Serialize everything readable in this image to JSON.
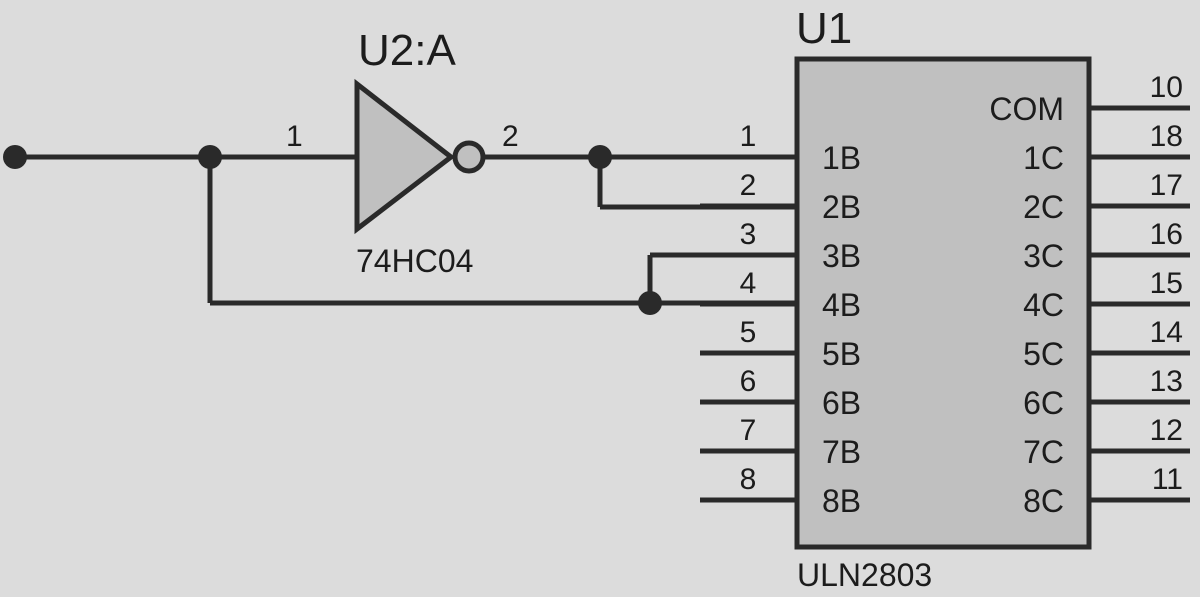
{
  "inverter": {
    "ref": "U2:A",
    "part": "74HC04",
    "input_pin": "1",
    "output_pin": "2"
  },
  "driver": {
    "ref": "U1",
    "part": "ULN2803",
    "left_pins": [
      {
        "num": "1",
        "name": "1B"
      },
      {
        "num": "2",
        "name": "2B"
      },
      {
        "num": "3",
        "name": "3B"
      },
      {
        "num": "4",
        "name": "4B"
      },
      {
        "num": "5",
        "name": "5B"
      },
      {
        "num": "6",
        "name": "6B"
      },
      {
        "num": "7",
        "name": "7B"
      },
      {
        "num": "8",
        "name": "8B"
      }
    ],
    "right_pins": [
      {
        "num": "10",
        "name": "COM"
      },
      {
        "num": "18",
        "name": "1C"
      },
      {
        "num": "17",
        "name": "2C"
      },
      {
        "num": "16",
        "name": "3C"
      },
      {
        "num": "15",
        "name": "4C"
      },
      {
        "num": "14",
        "name": "5C"
      },
      {
        "num": "13",
        "name": "6C"
      },
      {
        "num": "12",
        "name": "7C"
      },
      {
        "num": "11",
        "name": "8C"
      }
    ]
  }
}
